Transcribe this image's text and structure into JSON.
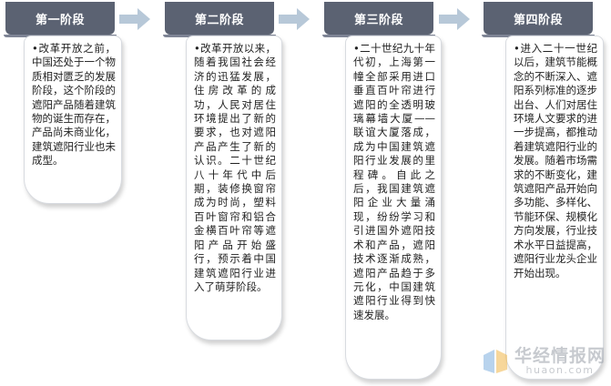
{
  "stages": [
    {
      "title": "第一阶段",
      "text": "•改革开放之前，中国还处于一个物质相对匮乏的发展阶段，这个阶段的遮阳产品随着建筑物的诞生而存在，产品尚未商业化，建筑遮阳行业也未成型。"
    },
    {
      "title": "第二阶段",
      "text": "•改革开放以来，随着我国社会经济的迅猛发展，住房改革的成功，人民对居住环境提出了新的要求，也对遮阳产品产生了新的认识。二十世纪八十年代中后期，装修换窗帘成为时尚，塑料百叶窗帘和铝合金横百叶帘等遮阳产品开始盛行，预示着中国建筑遮阳行业进入了萌芽阶段。"
    },
    {
      "title": "第三阶段",
      "text": "•二十世纪九十年代初，上海第一幢全部采用进口垂直百叶帘进行遮阳的全透明玻璃幕墙大厦——联谊大厦落成，成为中国建筑遮阳行业发展的里程碑。自此之后，我国建筑遮阳企业大量涌现，纷纷学习和引进国外遮阳技术和产品，遮阳技术逐渐成熟，遮阳产品趋于多元化，中国建筑遮阳行业得到快速发展。"
    },
    {
      "title": "第四阶段",
      "text": "•进入二十一世纪以后，建筑节能概念的不断深入、遮阳系列标准的逐步出台、人们对居住环境人文要求的进一步提高，都推动着建筑遮阳行业的发展。随着市场需求的不断变化，建筑遮阳产品开始向多功能、多样化、节能环保、规模化方向发展，行业技术水平日益提高，遮阳行业龙头企业开始出现。"
    }
  ],
  "watermark": {
    "cn": "华经情报网",
    "en": "huaon.com"
  },
  "colors": {
    "header": "#5b6272",
    "arrow": "#b7c8d8",
    "card_border": "#d8dbe0"
  }
}
